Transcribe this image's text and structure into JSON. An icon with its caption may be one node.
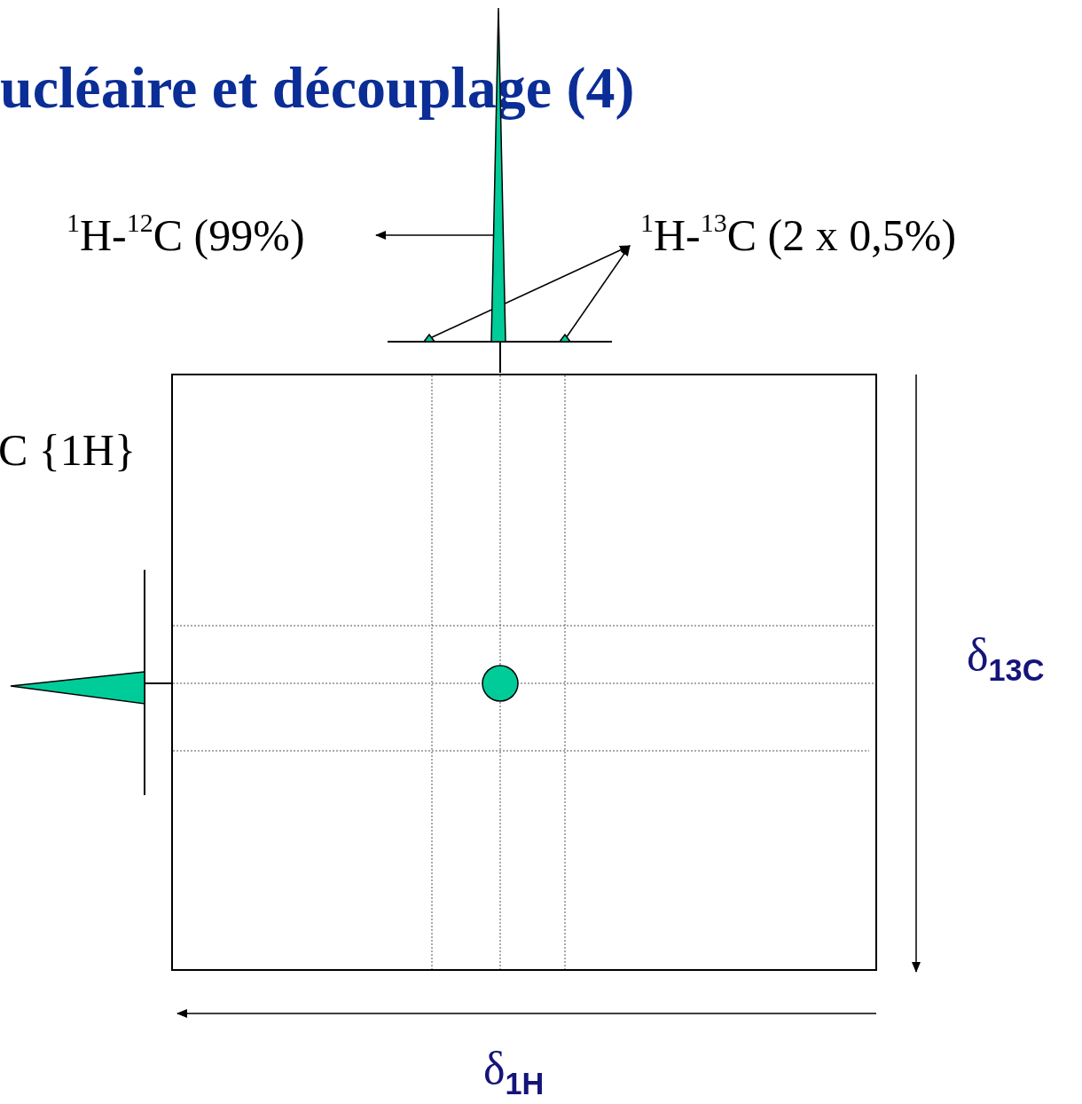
{
  "diagram": {
    "title": "ucléaire et découplage (4)",
    "nodes": [
      {
        "text": [
          "$^{1}$H-$^{12}$C (99%)"
        ]
      },
      {
        "text": [
          "$^{1}$H-$^{13}$C (2 x 0,5%)"
        ]
      },
      {
        "text": [],
        "shape": "triangle"
      },
      {
        "text": [],
        "shape": "triangle"
      },
      {
        "text": [],
        "shape": "triangle"
      }
    ],
    "edges": [
      {
        "from": 2,
        "to": 0,
        "arrow": "to"
      },
      {
        "from": 3,
        "to": 1,
        "arrow": "to"
      },
      {
        "from": 4,
        "to": 1,
        "arrow": "to"
      }
    ],
    "labels": [
      "C {1H}",
      "δ$_{13C}$",
      "δ$_{1H}$"
    ]
  }
}
